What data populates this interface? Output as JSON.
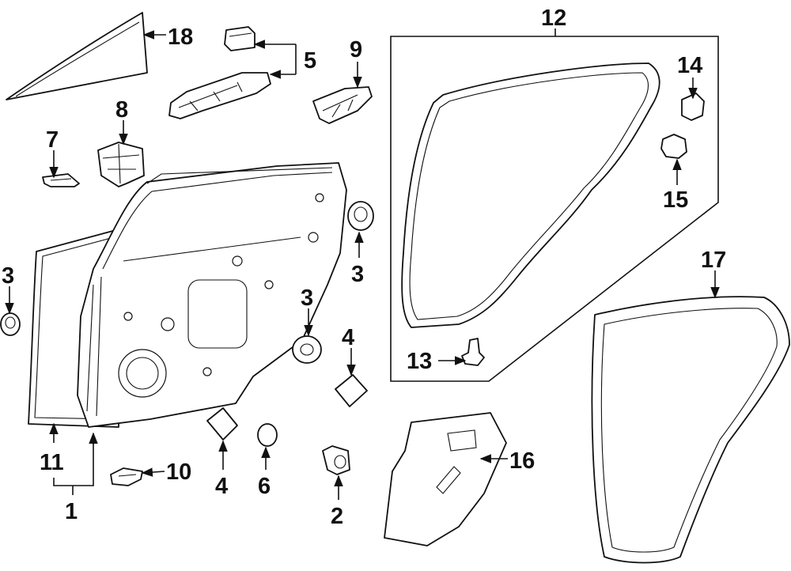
{
  "diagram": {
    "callouts": [
      {
        "id": "c1",
        "text": "1"
      },
      {
        "id": "c2",
        "text": "2"
      },
      {
        "id": "c3a",
        "text": "3"
      },
      {
        "id": "c3b",
        "text": "3"
      },
      {
        "id": "c3c",
        "text": "3"
      },
      {
        "id": "c4a",
        "text": "4"
      },
      {
        "id": "c4b",
        "text": "4"
      },
      {
        "id": "c5",
        "text": "5"
      },
      {
        "id": "c6",
        "text": "6"
      },
      {
        "id": "c7",
        "text": "7"
      },
      {
        "id": "c8",
        "text": "8"
      },
      {
        "id": "c9",
        "text": "9"
      },
      {
        "id": "c10",
        "text": "10"
      },
      {
        "id": "c11",
        "text": "11"
      },
      {
        "id": "c12",
        "text": "12"
      },
      {
        "id": "c13",
        "text": "13"
      },
      {
        "id": "c14",
        "text": "14"
      },
      {
        "id": "c15",
        "text": "15"
      },
      {
        "id": "c16",
        "text": "16"
      },
      {
        "id": "c17",
        "text": "17"
      },
      {
        "id": "c18",
        "text": "18"
      }
    ]
  }
}
